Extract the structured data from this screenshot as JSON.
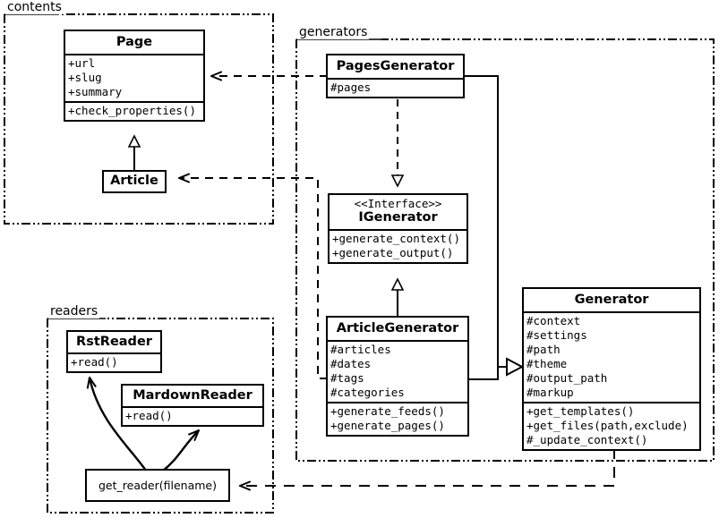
{
  "diagram": {
    "type": "uml-class-diagram",
    "packages": [
      {
        "id": "contents",
        "label": "contents"
      },
      {
        "id": "generators",
        "label": "generators"
      },
      {
        "id": "readers",
        "label": "readers"
      }
    ],
    "classes": [
      {
        "id": "page",
        "name": "Page",
        "stereotype": "",
        "package": "contents",
        "attributes": [
          "+url",
          "+slug",
          "+summary"
        ],
        "operations": [
          "+check_properties()"
        ]
      },
      {
        "id": "article",
        "name": "Article",
        "stereotype": "",
        "package": "contents",
        "attributes": [],
        "operations": []
      },
      {
        "id": "pages_generator",
        "name": "PagesGenerator",
        "stereotype": "",
        "package": "generators",
        "attributes": [
          "#pages"
        ],
        "operations": []
      },
      {
        "id": "igenerator",
        "name": "IGenerator",
        "stereotype": "<<Interface>>",
        "package": "generators",
        "attributes": [],
        "operations": [
          "+generate_context()",
          "+generate_output()"
        ]
      },
      {
        "id": "article_generator",
        "name": "ArticleGenerator",
        "stereotype": "",
        "package": "generators",
        "attributes": [
          "#articles",
          "#dates",
          "#tags",
          "#categories"
        ],
        "operations": [
          "+generate_feeds()",
          "+generate_pages()"
        ]
      },
      {
        "id": "generator",
        "name": "Generator",
        "stereotype": "",
        "package": "generators",
        "attributes": [
          "#context",
          "#settings",
          "#path",
          "#theme",
          "#output_path",
          "#markup"
        ],
        "operations": [
          "+get_templates()",
          "+get_files(path,exclude)",
          "#_update_context()"
        ]
      },
      {
        "id": "rst_reader",
        "name": "RstReader",
        "stereotype": "",
        "package": "readers",
        "attributes": [],
        "operations": [
          "+read()"
        ]
      },
      {
        "id": "mardown_reader",
        "name": "MardownReader",
        "stereotype": "",
        "package": "readers",
        "attributes": [],
        "operations": [
          "+read()"
        ]
      }
    ],
    "functions": [
      {
        "id": "get_reader",
        "label": "get_reader(filename)",
        "package": "readers"
      }
    ],
    "relationships": [
      {
        "from": "article",
        "to": "page",
        "type": "generalization"
      },
      {
        "from": "pages_generator",
        "to": "igenerator",
        "type": "realization"
      },
      {
        "from": "article_generator",
        "to": "igenerator",
        "type": "generalization"
      },
      {
        "from": "pages_generator",
        "to": "generator",
        "type": "generalization"
      },
      {
        "from": "article_generator",
        "to": "generator",
        "type": "generalization"
      },
      {
        "from": "pages_generator",
        "to": "page",
        "type": "dependency"
      },
      {
        "from": "article_generator",
        "to": "article",
        "type": "dependency"
      },
      {
        "from": "generator",
        "to": "get_reader",
        "type": "dependency"
      },
      {
        "from": "get_reader",
        "to": "rst_reader",
        "type": "creates"
      },
      {
        "from": "get_reader",
        "to": "mardown_reader",
        "type": "creates"
      }
    ],
    "colors": {
      "stroke": "#000000",
      "fill": "#ffffff"
    }
  }
}
